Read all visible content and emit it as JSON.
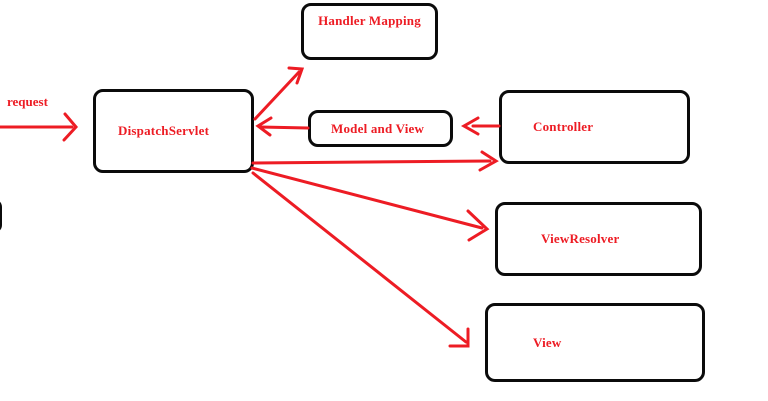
{
  "diagram": {
    "request_label": "request",
    "nodes": [
      {
        "id": "handler-mapping",
        "label": "Handler Mapping"
      },
      {
        "id": "dispatch-servlet",
        "label": "DispatchServlet"
      },
      {
        "id": "model-and-view",
        "label": "Model and View"
      },
      {
        "id": "controller",
        "label": "Controller"
      },
      {
        "id": "view-resolver",
        "label": "ViewResolver"
      },
      {
        "id": "view",
        "label": "View"
      }
    ],
    "edges": [
      {
        "from": "client",
        "to": "dispatch-servlet",
        "label": "request"
      },
      {
        "from": "dispatch-servlet",
        "to": "handler-mapping",
        "label": ""
      },
      {
        "from": "model-and-view",
        "to": "dispatch-servlet",
        "label": ""
      },
      {
        "from": "controller",
        "to": "model-and-view",
        "label": ""
      },
      {
        "from": "dispatch-servlet",
        "to": "controller",
        "label": ""
      },
      {
        "from": "dispatch-servlet",
        "to": "view-resolver",
        "label": ""
      },
      {
        "from": "dispatch-servlet",
        "to": "view",
        "label": ""
      }
    ],
    "colors": {
      "accent": "#ed1c24",
      "box_border": "#0b0b0b",
      "background": "#ffffff"
    }
  }
}
